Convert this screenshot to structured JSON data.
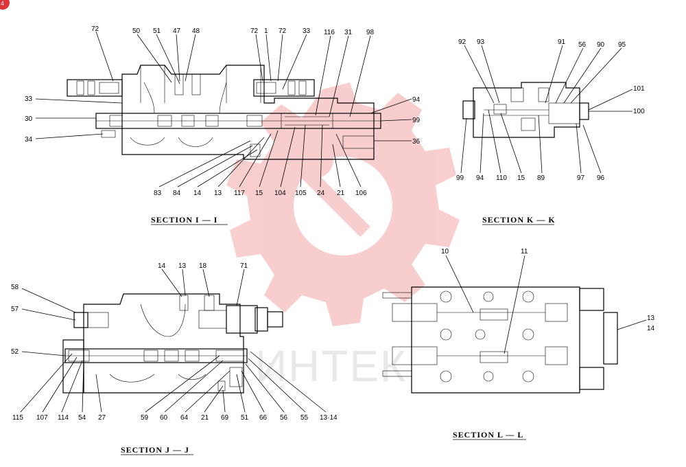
{
  "corner_badge": "4",
  "watermark": "ИНТЕК",
  "sections": {
    "ii": "SECTION  I — I",
    "kk": "SECTION  K — K",
    "jj": "SECTION  J — J",
    "ll": "SECTION  L — L"
  },
  "labels": {
    "ii": [
      "72",
      "50",
      "51",
      "47",
      "48",
      "72",
      "1",
      "72",
      "33",
      "116",
      "31",
      "98",
      "33",
      "30",
      "34",
      "94",
      "99",
      "36",
      "83",
      "84",
      "14",
      "13",
      "117",
      "15",
      "104",
      "105",
      "24",
      "21",
      "106"
    ],
    "kk": [
      "92",
      "93",
      "91",
      "56",
      "90",
      "95",
      "101",
      "100",
      "99",
      "94",
      "110",
      "15",
      "89",
      "97",
      "96"
    ],
    "jj": [
      "14",
      "13",
      "18",
      "71",
      "58",
      "57",
      "52",
      "115",
      "107",
      "114",
      "54",
      "27",
      "59",
      "60",
      "64",
      "21",
      "69",
      "51",
      "66",
      "56",
      "55",
      "13·14"
    ],
    "ll": [
      "10",
      "11",
      "13",
      "14"
    ]
  }
}
